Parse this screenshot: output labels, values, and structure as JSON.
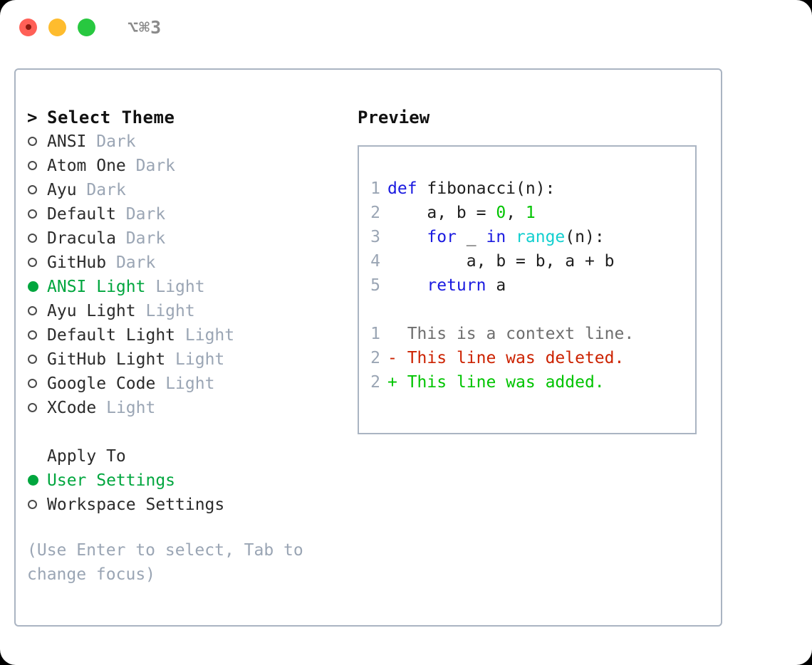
{
  "titlebar": {
    "shortcut": "⌥⌘3",
    "buttons": [
      {
        "name": "close",
        "color": "#ff6057"
      },
      {
        "name": "minimize",
        "color": "#febc2e"
      },
      {
        "name": "maximize",
        "color": "#28c840"
      }
    ]
  },
  "theme_picker": {
    "caret": ">",
    "heading": "Select Theme",
    "items": [
      {
        "bullet": "○",
        "name": "ANSI",
        "tag": "Dark",
        "selected": false
      },
      {
        "bullet": "○",
        "name": "Atom One",
        "tag": "Dark",
        "selected": false
      },
      {
        "bullet": "○",
        "name": "Ayu",
        "tag": "Dark",
        "selected": false
      },
      {
        "bullet": "○",
        "name": "Default",
        "tag": "Dark",
        "selected": false
      },
      {
        "bullet": "○",
        "name": "Dracula",
        "tag": "Dark",
        "selected": false
      },
      {
        "bullet": "○",
        "name": "GitHub",
        "tag": "Dark",
        "selected": false
      },
      {
        "bullet": "●",
        "name": "ANSI Light",
        "tag": "Light",
        "selected": true
      },
      {
        "bullet": "○",
        "name": "Ayu Light",
        "tag": "Light",
        "selected": false
      },
      {
        "bullet": "○",
        "name": "Default Light",
        "tag": "Light",
        "selected": false
      },
      {
        "bullet": "○",
        "name": "GitHub Light",
        "tag": "Light",
        "selected": false
      },
      {
        "bullet": "○",
        "name": "Google Code",
        "tag": "Light",
        "selected": false
      },
      {
        "bullet": "○",
        "name": "XCode",
        "tag": "Light",
        "selected": false
      }
    ]
  },
  "apply_to": {
    "heading": "Apply To",
    "items": [
      {
        "bullet": "●",
        "name": "User Settings",
        "selected": true
      },
      {
        "bullet": "○",
        "name": "Workspace Settings",
        "selected": false
      }
    ]
  },
  "hint": "(Use Enter to select, Tab to change focus)",
  "preview": {
    "title": "Preview",
    "code": [
      {
        "lineno": "1",
        "tokens": [
          {
            "t": "def",
            "c": "kw"
          },
          {
            "t": " fibonacci(n):",
            "c": "plain"
          }
        ]
      },
      {
        "lineno": "2",
        "tokens": [
          {
            "t": "    a, b = ",
            "c": "plain"
          },
          {
            "t": "0",
            "c": "num"
          },
          {
            "t": ", ",
            "c": "plain"
          },
          {
            "t": "1",
            "c": "num"
          }
        ]
      },
      {
        "lineno": "3",
        "tokens": [
          {
            "t": "    ",
            "c": "plain"
          },
          {
            "t": "for",
            "c": "kw"
          },
          {
            "t": " _ ",
            "c": "plain"
          },
          {
            "t": "in",
            "c": "kw"
          },
          {
            "t": " ",
            "c": "plain"
          },
          {
            "t": "range",
            "c": "fn"
          },
          {
            "t": "(n):",
            "c": "plain"
          }
        ]
      },
      {
        "lineno": "4",
        "tokens": [
          {
            "t": "        a, b = b, a + b",
            "c": "plain"
          }
        ]
      },
      {
        "lineno": "5",
        "tokens": [
          {
            "t": "    ",
            "c": "plain"
          },
          {
            "t": "return",
            "c": "kw"
          },
          {
            "t": " a",
            "c": "plain"
          }
        ]
      }
    ],
    "diff": [
      {
        "lineno": "1",
        "marker": "  ",
        "text": "This is a context line.",
        "kind": "ctx"
      },
      {
        "lineno": "2",
        "marker": "- ",
        "text": "This line was deleted.",
        "kind": "del"
      },
      {
        "lineno": "2",
        "marker": "+ ",
        "text": "This line was added.",
        "kind": "add"
      }
    ]
  },
  "colors": {
    "accent_green": "#00a63e",
    "muted": "#9aa5b4",
    "border": "#aab4c2",
    "keyword_blue": "#1a1ae0",
    "function_cyan": "#12cfcf",
    "number_green": "#00c400",
    "diff_delete_red": "#cc2200",
    "diff_add_green": "#00c400",
    "text": "#1e1e1e"
  }
}
